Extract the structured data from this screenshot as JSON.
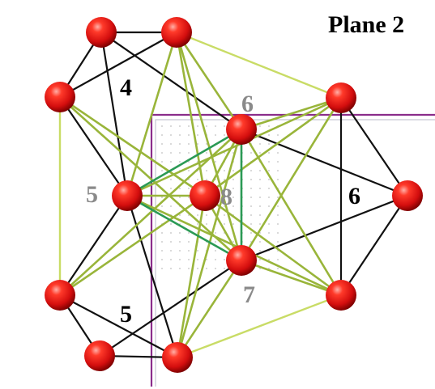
{
  "title": "Plane 2",
  "labels": {
    "black_4": "4",
    "black_5": "5",
    "black_6": "6",
    "grey_5": "5",
    "grey_6": "6",
    "grey_7": "7",
    "grey_8": "8"
  },
  "colors": {
    "atom": "#dd1111",
    "edge_black": "#111111",
    "edge_lime": "#c9dc66",
    "edge_olive": "#99b53a",
    "edge_teal": "#2b9a55",
    "plane": "#8b2d8b",
    "grey_label": "#8a8a8a"
  }
}
